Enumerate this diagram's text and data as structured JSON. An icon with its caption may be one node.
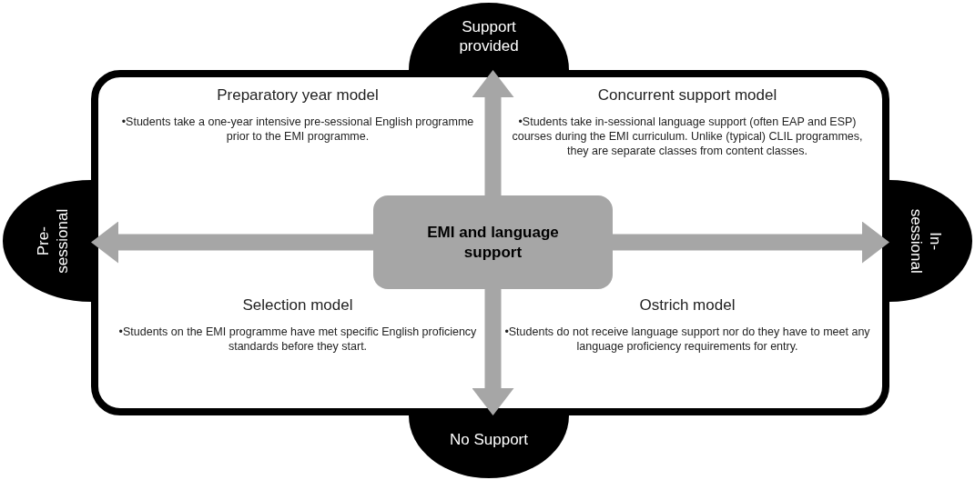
{
  "diagram": {
    "nodes": [
      {
        "text": [
          "Support provided"
        ]
      },
      {
        "text": [
          "Pre-sessional"
        ]
      },
      {
        "text": [
          "EMI and language support"
        ]
      },
      {
        "text": [
          "In-sessional"
        ]
      },
      {
        "text": [
          "No Support"
        ]
      }
    ],
    "edges": [
      {
        "from": 2,
        "to": 0,
        "arrow": "to"
      },
      {
        "from": 2,
        "to": 1,
        "arrow": "to"
      },
      {
        "from": 2,
        "to": 3,
        "arrow": "to"
      },
      {
        "from": 2,
        "to": 4,
        "arrow": "to"
      }
    ],
    "labels": [
      "Preparatory year model",
      "•Students take a one-year intensive pre-sessional English programme prior to the EMI programme.",
      "Concurrent support model",
      "•Students take in-sessional language support (often EAP and ESP) courses during the EMI curriculum. Unlike (typical) CLIL programmes, they are separate classes from content classes.",
      "Selection model",
      "•Students on the EMI programme have met specific English proficiency standards before they start.",
      "Ostrich model",
      "•Students do not receive language support nor do they have to meet any language proficiency requirements for entry."
    ]
  }
}
